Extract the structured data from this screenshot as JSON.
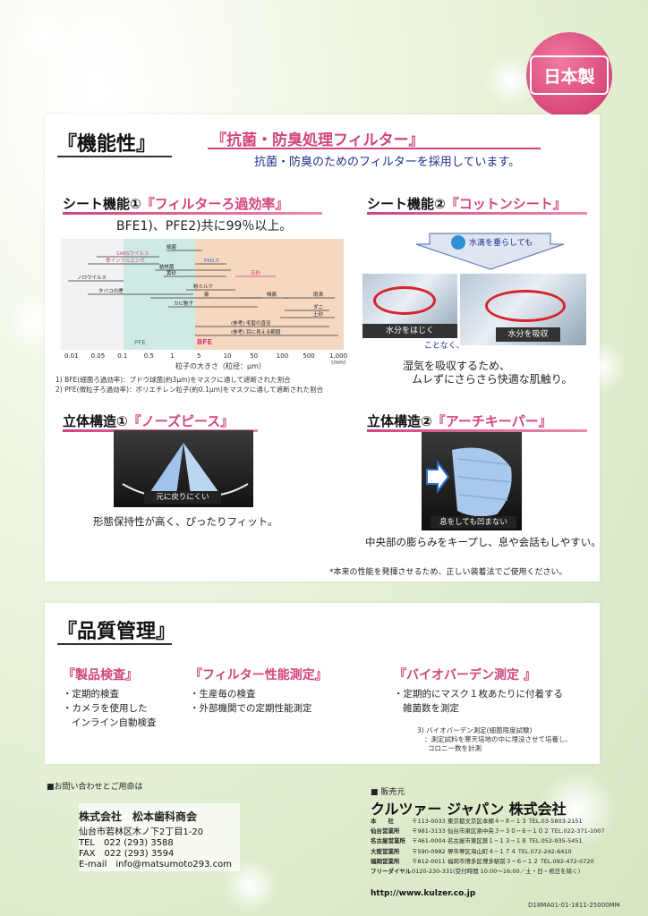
{
  "badge": {
    "label": "日本製"
  },
  "function": {
    "title": "『機能性』",
    "filter_title": "『抗菌・防臭処理フィルター』",
    "filter_desc": "抗菌・防臭のためのフィルターを採用しています。",
    "sheet1": {
      "prefix": "シート機能①",
      "name": "『フィルターろ過効率』",
      "subtitle": "BFE1)、PFE2)共に99％以上。",
      "notes": [
        "1) BFE(細菌ろ過効率)：ブドウ球菌(約3μm)をマスクに通して遮断された割合",
        "2) PFE(微粒子ろ過効率)：ポリエチレン粒子(約0.1μm)をマスクに通して遮断された割合"
      ]
    },
    "sheet2": {
      "prefix": "シート機能②",
      "name": "『コットンシート』",
      "drop": "水滴を垂らしても",
      "repel": "水分をはじく",
      "conj": "ことなく、",
      "absorb": "水分を吸収",
      "desc1": "湿気を吸収するため、",
      "desc2": "ムレずにさらさら快適な肌触り。"
    },
    "struct1": {
      "prefix": "立体構造①",
      "name": "『ノーズピース』",
      "photo_label": "元に戻りにくい",
      "desc": "形態保持性が高く、ぴったりフィット。"
    },
    "struct2": {
      "prefix": "立体構造②",
      "name": "『アーチキーパー』",
      "photo_label": "息をしても凹まない",
      "desc": "中央部の膨らみをキープし、息や会話もしやすい。"
    },
    "footnote": "*本来の性能を発揮させるため、正しい装着法でご使用ください。"
  },
  "chart_data": {
    "type": "diagram",
    "x_ticks": [
      "0.01",
      "0.05",
      "0.1",
      "0.5",
      "1",
      "5",
      "10",
      "50",
      "100",
      "500",
      "1,000"
    ],
    "x_unit": "(mm)",
    "xlabel": "粒子の大きさ（粒径：μm）",
    "zones": [
      {
        "name": "PFE",
        "color": "#cfe9e4"
      },
      {
        "name": "BFE",
        "color": "#f6d7bf"
      }
    ],
    "items": [
      "細菌",
      "SARSウイルス",
      "季インフルエンザ",
      "PM2.5",
      "結核菌",
      "黄砂",
      "花粉",
      "ノロウイルス",
      "タバコの煙",
      "粉ミルク",
      "霧",
      "噴霧",
      "雨滴",
      "カビ胞子",
      "ダニ",
      "土砂",
      "(参考) 毛髪の直径",
      "(参考) 目に見える範囲"
    ]
  },
  "quality": {
    "title": "『品質管理』",
    "cols": [
      {
        "heading": "『製品検査』",
        "items": [
          "・定期的検査",
          "・カメラを使用した",
          "インライン自動検査"
        ]
      },
      {
        "heading": "『フィルター性能測定』",
        "items": [
          "・生産毎の検査",
          "・外部機関での定期性能測定"
        ]
      },
      {
        "heading": "『バイオバーデン測定 』",
        "items": [
          "・定期的にマスク１枚あたりに付着する",
          "雑菌数を測定"
        ]
      }
    ],
    "note": [
      "3) バイオバーデン測定(細菌限度試験)",
      "：測定試料を寒天培地の中に埋没させて培養し、",
      "コロニー数を計測"
    ]
  },
  "contact": {
    "label": "■お問い合わせとご用命は",
    "company": "株式会社　松本歯科商会",
    "lines": [
      "仙台市若林区木ノ下2丁目1-20",
      "TEL　022 (293) 3588",
      "FAX　022 (293) 3594",
      "E-mail　info@matsumoto293.com"
    ]
  },
  "seller": {
    "label": "■ 販売元",
    "company": "クルツァー ジャパン 株式会社",
    "offices": [
      {
        "name": "本　　社",
        "addr": "〒113-0033 東京都文京区本郷４−８−１３ TEL.03-5803-2151"
      },
      {
        "name": "仙台営業所",
        "addr": "〒981-3133 仙台市泉区泉中央３−３０−６−１０２ TEL.022-371-1007"
      },
      {
        "name": "名古屋営業所",
        "addr": "〒461-0004 名古屋市東区葵１−１３−１８ TEL.052-935-5451"
      },
      {
        "name": "大阪営業所",
        "addr": "〒590-0982 堺市堺区海山町４−１７４ TEL.072-242-6410"
      },
      {
        "name": "福岡営業所",
        "addr": "〒812-0011 福岡市博多区博多駅前３−６−１２ TEL.092-472-0720"
      },
      {
        "name": "フリーダイヤル",
        "addr": "0120-230-331(受付時間 10:00〜16:00／土・日・祝日を除く)"
      }
    ],
    "url": "http://www.kulzer.co.jp",
    "code": "D18MA01-01-1811-25000MM"
  }
}
